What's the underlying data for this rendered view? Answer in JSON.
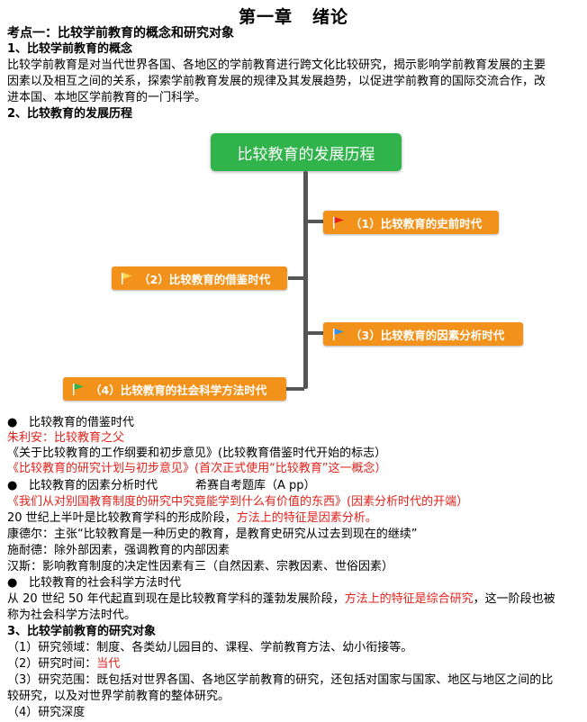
{
  "title": {
    "part1": "第一章",
    "part2": "绪论"
  },
  "section1": {
    "heading": "考点一：比较学前教育的概念和研究对象",
    "sub1": "1、比较学前教育的概念",
    "def_lines": [
      "比较学前教育是对当代世界各国、各地区的学前教育进行跨文化比较研究，揭示影响学前教育发展的主要",
      "因素以及相互之间的关系，探索学前教育发展的规律及其发展趋势，以促进学前教育的国际交流合作，改",
      "进本国、本地区学前教育的一门科学。"
    ],
    "sub2": "2、比较教育的发展历程"
  },
  "mindmap": {
    "root": "比较教育的发展历程",
    "nodes": [
      {
        "label": "（1）比较教育的史前时代",
        "flag": "red"
      },
      {
        "label": "（2）比较教育的借鉴时代",
        "flag": "orange"
      },
      {
        "label": "（3）比较教育的因素分析时代",
        "flag": "blue"
      },
      {
        "label": "（4）比较教育的社会科学方法时代",
        "flag": "green"
      }
    ],
    "colors": {
      "root": "#2fb34a",
      "node": "#f2921a",
      "trunk": "#555555"
    }
  },
  "body": {
    "b1": "比较教育的借鉴时代",
    "l1": "朱利安：比较教育之父",
    "l2": "《关于比较教育的工作纲要和初步意见》(比较教育借鉴时代开始的标志）",
    "l3": "《比较教育的研究计划与初步意见》(首次正式使用“比较教育”这一概念）",
    "b2": "比较教育的因素分析时代",
    "b2_extra": "希赛自考题库（A pp）",
    "l4": "《我们从对别国教育制度的研究中究竟能学到什么有价值的东西》(因素分析时代的开端）",
    "l5a": "20 世纪上半叶是比较教育学科的形成阶段，",
    "l5b": "方法上的特征是因素分析。",
    "l6": "康德尔：主张“比较教育是一种历史的教育，是教育史研究从过去到现在的继续”",
    "l7": "施耐德：除外部因素，强调教育的内部因素",
    "l8": "汉斯：影响教育制度的决定性因素有三（自然因素、宗教因素、世俗因素）",
    "b3": "比较教育的社会科学方法时代",
    "l9a": "从 20 世纪 50 年代起直到现在是比较教育学科的蓬勃发展阶段，",
    "l9b": "方法上的特征是综合研究",
    "l9c": "，这一阶段也被",
    "l10": "称为社会科学方法时代。",
    "sub3": "3、比较学前教育的研究对象",
    "r1": "（1）研究领域：制度、各类幼儿园目的、课程、学前教育方法、幼小衔接等。",
    "r2a": "（2）研究时间：",
    "r2b": "当代",
    "r3": "（3）研究范围：既包括对世界各国、各地区学前教育的研究，还包括对国家与国家、地区与地区之间的比",
    "r3b": "较研究，以及对世界学前教育的整体研究。",
    "r4": "（4）研究深度",
    "bullet": "●"
  }
}
